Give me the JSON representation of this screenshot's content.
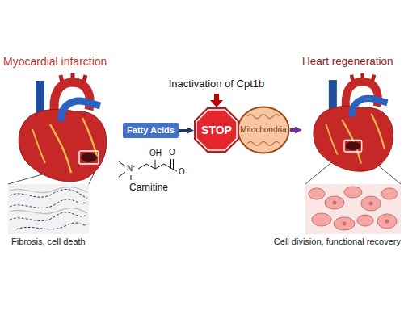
{
  "diagram": {
    "nodes": [
      {
        "text": [
          "Myocardial infarction"
        ]
      },
      {
        "text": [
          "Fatty Acids"
        ]
      },
      {
        "text": [
          "STOP"
        ]
      },
      {
        "text": [
          "Mitochondria"
        ]
      },
      {
        "text": [
          "Heart regeneration"
        ]
      }
    ],
    "edges": [
      {
        "from": 1,
        "to": 2,
        "arrow": "to"
      },
      {
        "from": 3,
        "to": 4,
        "arrow": "to"
      }
    ],
    "labels": [
      "Fibrosis, cell death",
      "Inactivation of Cpt1b",
      "OH",
      "N⁺",
      "O",
      "O⁻",
      "Carnitine",
      "Cell division, functional recovery"
    ]
  }
}
